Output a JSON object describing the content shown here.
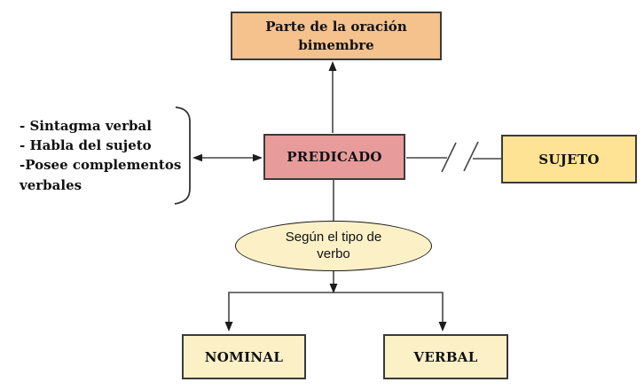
{
  "diagram": {
    "background_color": "#ffffff",
    "line_color": "#454545",
    "nodes": {
      "top_box": {
        "label": "Parte de la oración bimembre",
        "fill": "#F5C18D",
        "border": "#3a3a3a",
        "shape": "rectangle"
      },
      "predicado": {
        "label": "PREDICADO",
        "fill": "#E89B9B",
        "border": "#3a3a3a",
        "shape": "rectangle"
      },
      "sujeto": {
        "label": "SUJETO",
        "fill": "#FFE394",
        "border": "#3a3a3a",
        "shape": "rectangle"
      },
      "tipo_verbo": {
        "label": "Según el tipo de verbo",
        "fill": "#FCF0C7",
        "border": "#1a1a1a",
        "shape": "ellipse"
      },
      "nominal": {
        "label": "NOMINAL",
        "fill": "#FCF0C7",
        "border": "#3a3a3a",
        "shape": "rectangle"
      },
      "verbal": {
        "label": "VERBAL",
        "fill": "#FCF0C7",
        "border": "#3a3a3a",
        "shape": "rectangle"
      }
    },
    "left_note": {
      "items": [
        "- Sintagma verbal",
        "- Habla del sujeto",
        "-Posee complementos verbales"
      ]
    },
    "connectors": [
      "predicado -> top_box (arrow up)",
      "predicado <-> left_note bracket (double arrow)",
      "predicado — // — sujeto (broken link with double slash)",
      "predicado -> tipo_verbo (plain line)",
      "tipo_verbo -> branch junction (arrow down)",
      "branch -> nominal (arrow down)",
      "branch -> verbal (arrow down)"
    ]
  }
}
